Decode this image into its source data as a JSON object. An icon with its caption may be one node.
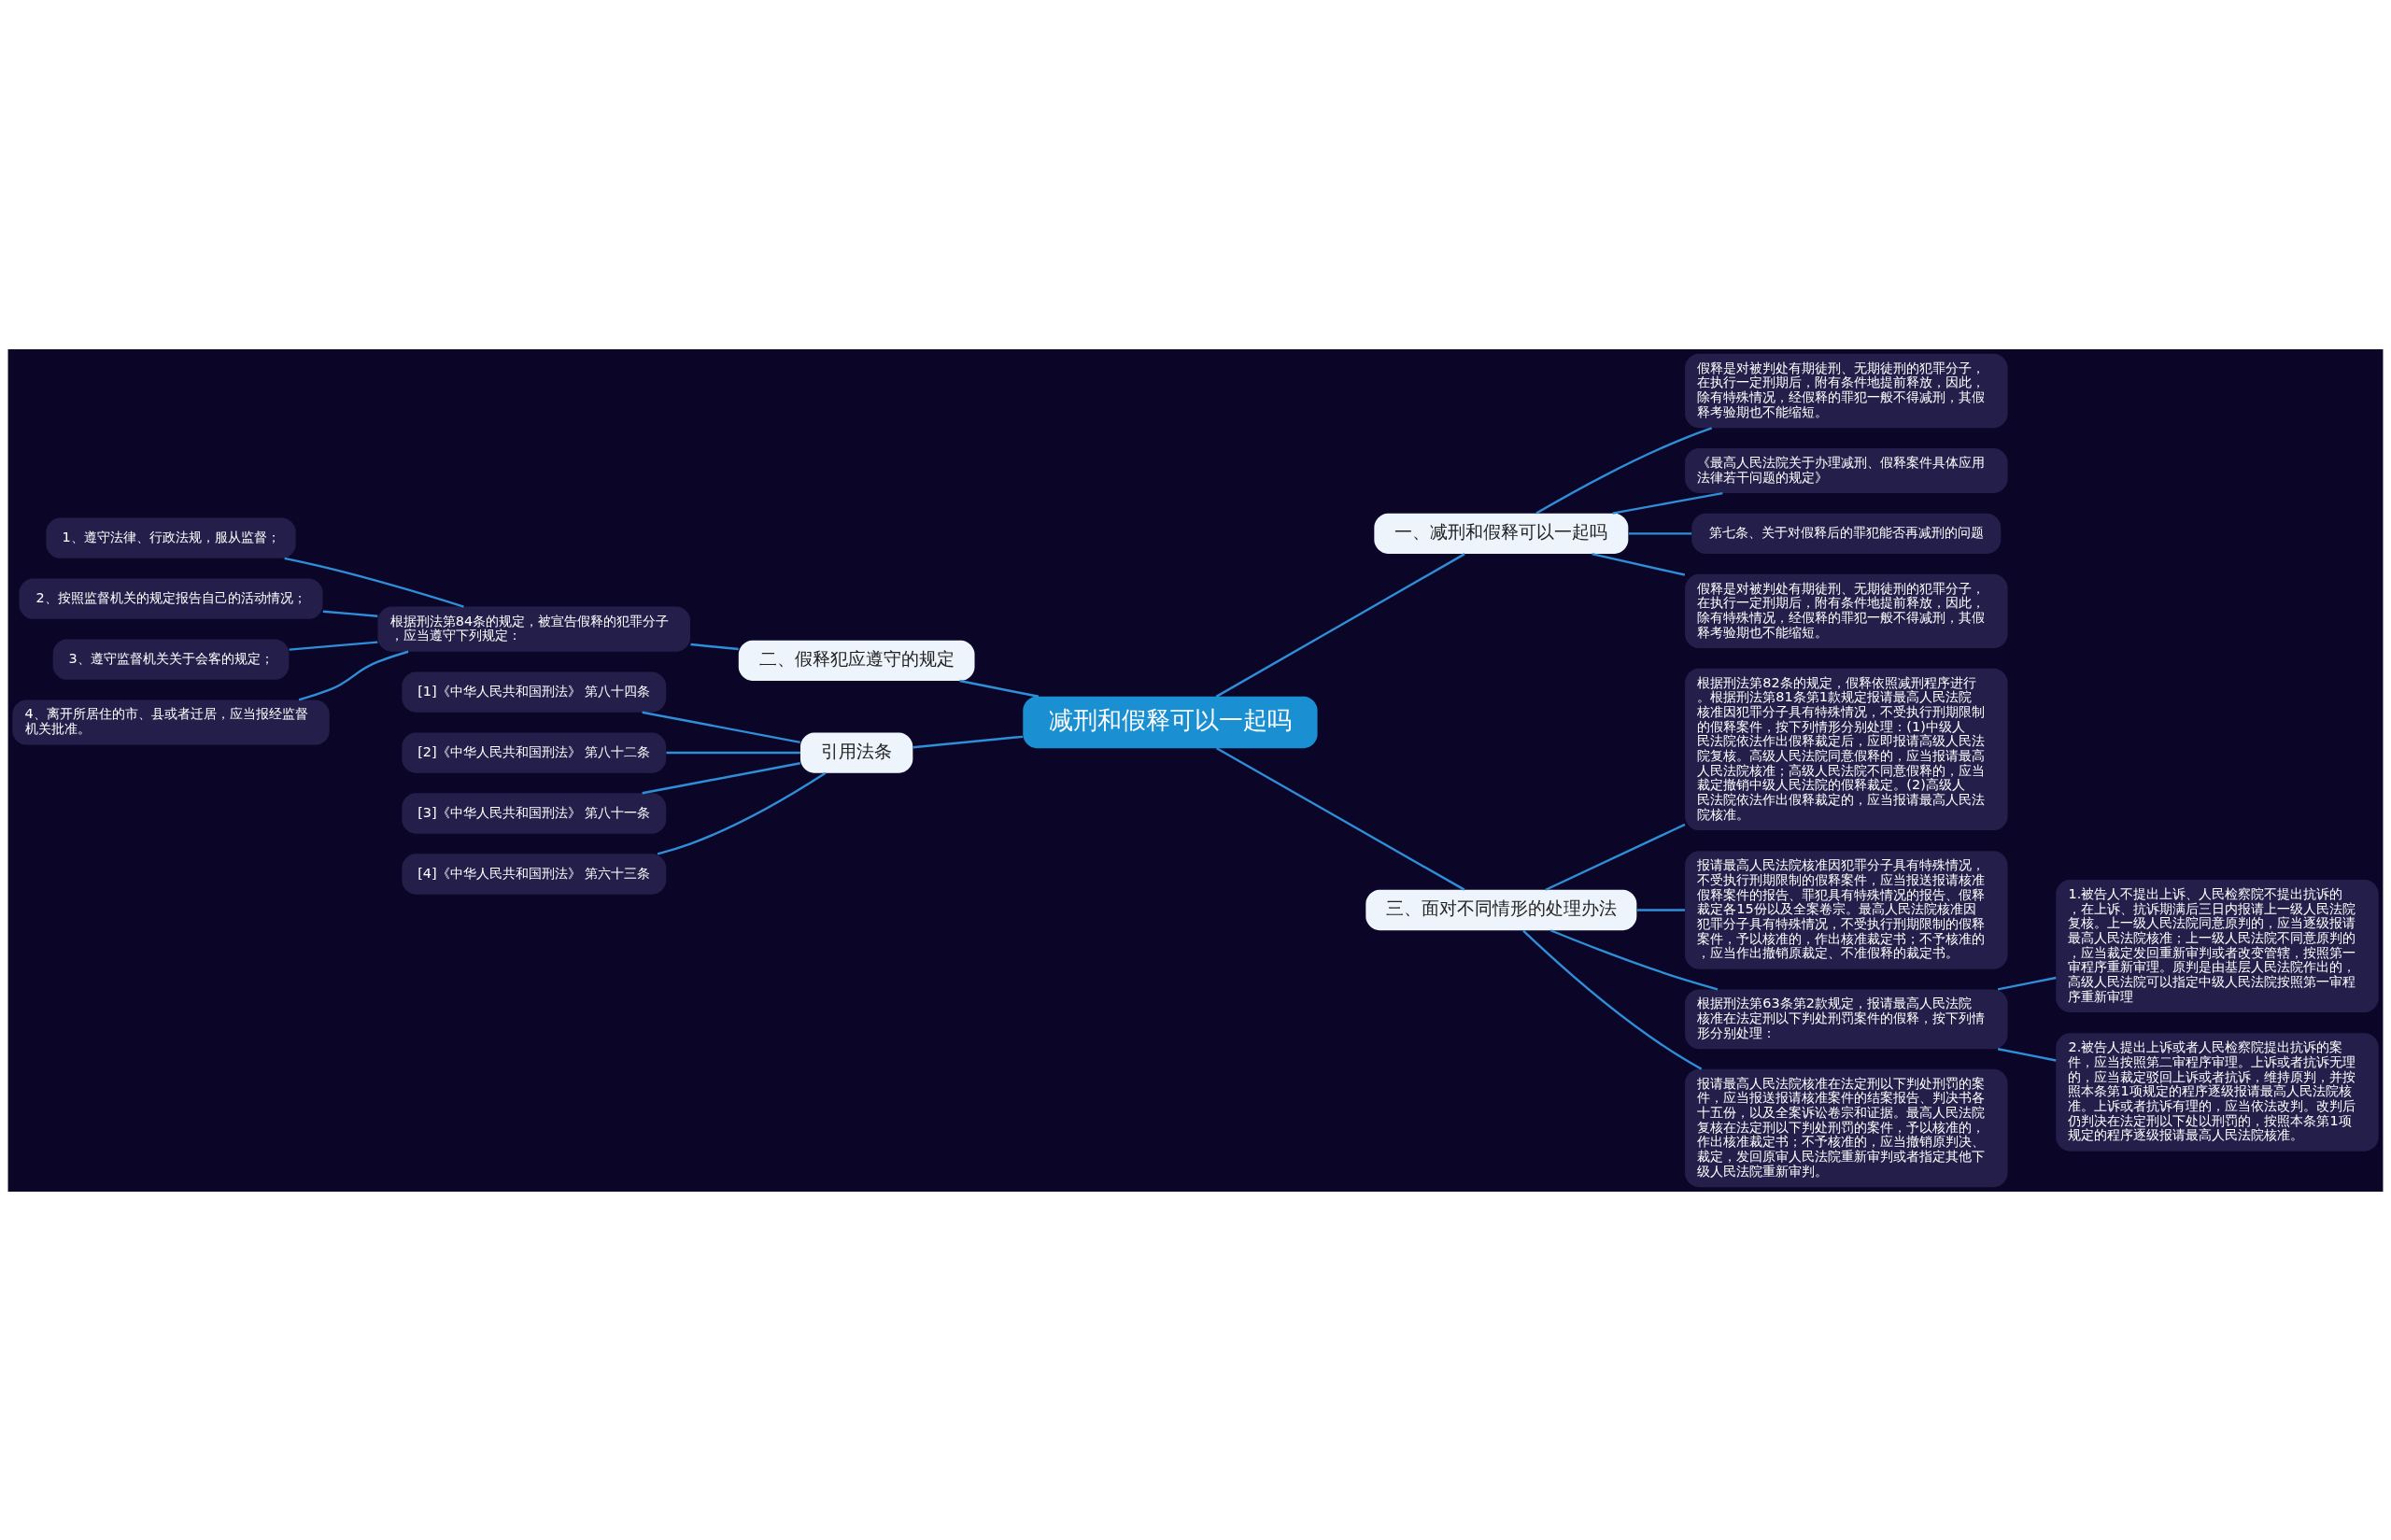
{
  "diagram": {
    "nodes": [
      {
        "text": [
          "减刑和假释可以一起吗"
        ]
      },
      {
        "text": [
          "一、减刑和假释可以一起吗"
        ]
      },
      {
        "text": [
          "假释是对被判处有期徒刑、无期徒刑的犯罪分子，在执行一定刑期后，附有条件地提前释放，因此，除有特殊情况，经假释的罪犯一般不得减刑，其假释考验期也不能缩短。"
        ]
      },
      {
        "text": [
          "《最高人民法院关于办理减刑、假释案件具体应用法律若干问题的规定》"
        ]
      },
      {
        "text": [
          "第七条、关于对假释后的罪犯能否再减刑的问题"
        ]
      },
      {
        "text": [
          "假释是对被判处有期徒刑、无期徒刑的犯罪分子，在执行一定刑期后，附有条件地提前释放，因此，除有特殊情况，经假释的罪犯一般不得减刑，其假释考验期也不能缩短。"
        ]
      },
      {
        "text": [
          "二、假释犯应遵守的规定"
        ]
      },
      {
        "text": [
          "根据刑法第84条的规定，被宣告假释的犯罪分子，应当遵守下列规定："
        ]
      },
      {
        "text": [
          "1、遵守法律、行政法规，服从监督；"
        ]
      },
      {
        "text": [
          "2、按照监督机关的规定报告自己的活动情况；"
        ]
      },
      {
        "text": [
          "3、遵守监督机关关于会客的规定；"
        ]
      },
      {
        "text": [
          "4、离开所居住的市、县或者迁居，应当报经监督机关批准。"
        ]
      },
      {
        "text": [
          "引用法条"
        ]
      },
      {
        "text": [
          "[1]《中华人民共和国刑法》 第八十四条"
        ]
      },
      {
        "text": [
          "[2]《中华人民共和国刑法》 第八十二条"
        ]
      },
      {
        "text": [
          "[3]《中华人民共和国刑法》 第八十一条"
        ]
      },
      {
        "text": [
          "[4]《中华人民共和国刑法》 第六十三条"
        ]
      },
      {
        "text": [
          "三、面对不同情形的处理办法"
        ]
      },
      {
        "text": [
          "根据刑法第82条的规定，假释依照减刑程序进行。根据刑法第81条第1款规定报请最高人民法院核准因犯罪分子具有特殊情况，不受执行刑期限制的假释案件，按下列情形分别处理：(1)中级人民法院依法作出假释裁定后，应即报请高级人民法院复核。高级人民法院同意假释的，应当报请最高人民法院核准；高级人民法院不同意假释的，应当裁定撤销中级人民法院的假释裁定。(2)高级人民法院依法作出假释裁定的，应当报请最高人民法院核准。"
        ]
      },
      {
        "text": [
          "报请最高人民法院核准因犯罪分子具有特殊情况，不受执行刑期限制的假释案件，应当报送报请核准假释案件的报告、罪犯具有特殊情况的报告、假释裁定各15份以及全案卷宗。最高人民法院核准因犯罪分子具有特殊情况，不受执行刑期限制的假释案件，予以核准的，作出核准裁定书；不予核准的，应当作出撤销原裁定、不准假释的裁定书。"
        ]
      },
      {
        "text": [
          "根据刑法第63条第2款规定，报请最高人民法院核准在法定刑以下判处刑罚案件的假释，按下列情形分别处理："
        ]
      },
      {
        "text": [
          "1.被告人不提出上诉、人民检察院不提出抗诉的，在上诉、抗诉期满后三日内报请上一级人民法院复核。上一级人民法院同意原判的，应当逐级报请最高人民法院核准；上一级人民法院不同意原判的，应当裁定发回重新审判或者改变管辖，按照第一审程序重新审理。原判是由基层人民法院作出的，高级人民法院可以指定中级人民法院按照第一审程序重新审理"
        ]
      },
      {
        "text": [
          "2.被告人提出上诉或者人民检察院提出抗诉的案件，应当按照第二审程序审理。上诉或者抗诉无理的，应当裁定驳回上诉或者抗诉，维持原判，并按照本条第1项规定的程序逐级报请最高人民法院核准。上诉或者抗诉有理的，应当依法改判。改判后仍判决在法定刑以下处以刑罚的，按照本条第1项规定的程序逐级报请最高人民法院核准。"
        ]
      },
      {
        "text": [
          "报请最高人民法院核准在法定刑以下判处刑罚的案件，应当报送报请核准案件的结案报告、判决书各十五份，以及全案诉讼卷宗和证据。最高人民法院复核在法定刑以下判处刑罚的案件，予以核准的，作出核准裁定书；不予核准的，应当撤销原判决、裁定，发回原审人民法院重新审判或者指定其他下级人民法院重新审判。"
        ]
      }
    ],
    "edges": [
      {
        "from": 0,
        "to": 1,
        "arrow": "none"
      },
      {
        "from": 1,
        "to": 2,
        "arrow": "none"
      },
      {
        "from": 1,
        "to": 3,
        "arrow": "none"
      },
      {
        "from": 1,
        "to": 4,
        "arrow": "none"
      },
      {
        "from": 1,
        "to": 5,
        "arrow": "none"
      },
      {
        "from": 0,
        "to": 6,
        "arrow": "none"
      },
      {
        "from": 6,
        "to": 7,
        "arrow": "none"
      },
      {
        "from": 7,
        "to": 8,
        "arrow": "none"
      },
      {
        "from": 7,
        "to": 9,
        "arrow": "none"
      },
      {
        "from": 7,
        "to": 10,
        "arrow": "none"
      },
      {
        "from": 7,
        "to": 11,
        "arrow": "none"
      },
      {
        "from": 0,
        "to": 12,
        "arrow": "none"
      },
      {
        "from": 12,
        "to": 13,
        "arrow": "none"
      },
      {
        "from": 12,
        "to": 14,
        "arrow": "none"
      },
      {
        "from": 12,
        "to": 15,
        "arrow": "none"
      },
      {
        "from": 12,
        "to": 16,
        "arrow": "none"
      },
      {
        "from": 0,
        "to": 17,
        "arrow": "none"
      },
      {
        "from": 17,
        "to": 18,
        "arrow": "none"
      },
      {
        "from": 17,
        "to": 19,
        "arrow": "none"
      },
      {
        "from": 17,
        "to": 20,
        "arrow": "none"
      },
      {
        "from": 20,
        "to": 21,
        "arrow": "none"
      },
      {
        "from": 20,
        "to": 22,
        "arrow": "none"
      },
      {
        "from": 17,
        "to": 23,
        "arrow": "none"
      }
    ]
  }
}
